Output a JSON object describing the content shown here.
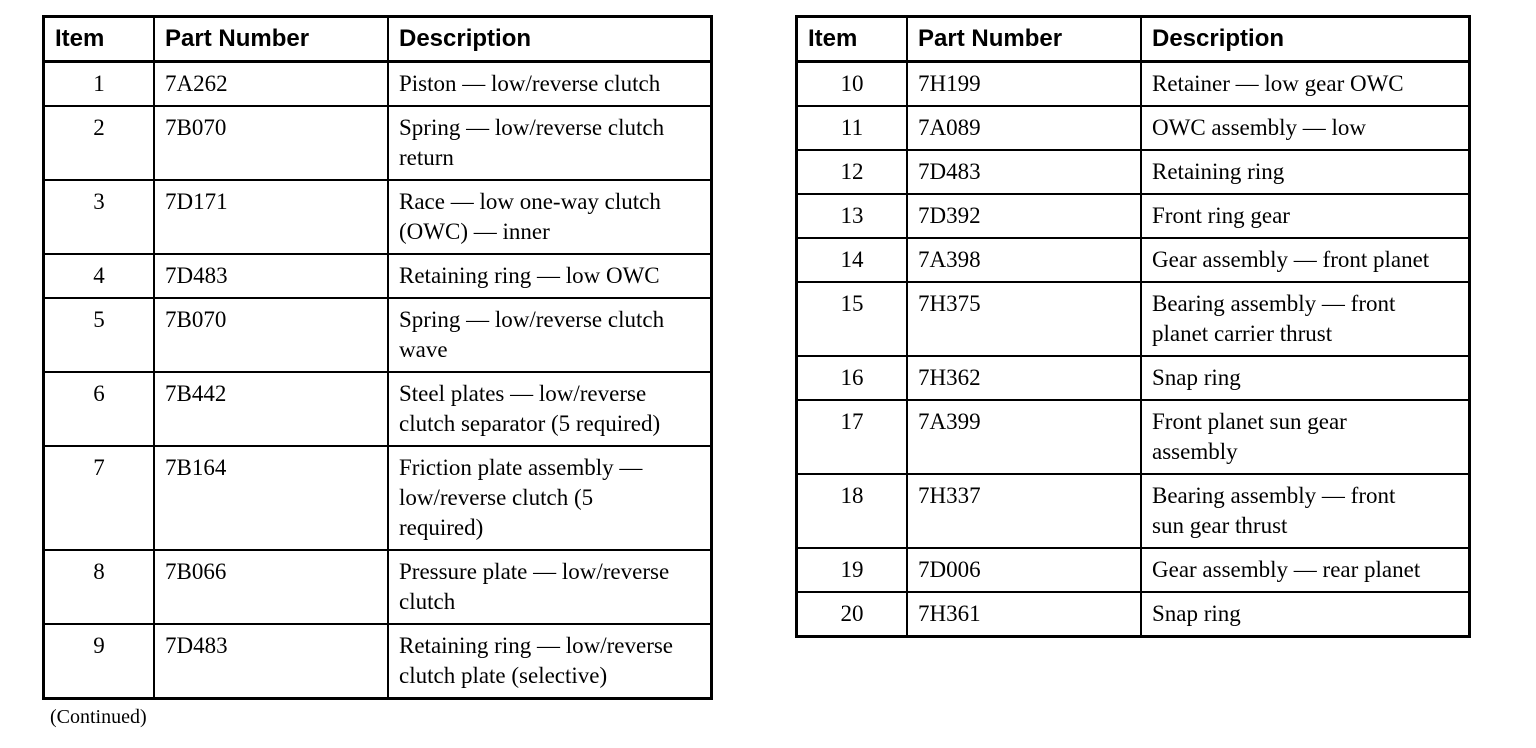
{
  "page": {
    "background": "#ffffff",
    "continued_note": "(Continued)"
  },
  "colors": {
    "text": "#000000",
    "border": "#000000",
    "background": "#ffffff"
  },
  "tables": [
    {
      "name": "parts-table-items-1-9",
      "headers": [
        "Item",
        "Part Number",
        "Description"
      ],
      "rows": [
        {
          "item": "1",
          "part_number": "7A262",
          "description": "Piston — low/reverse clutch"
        },
        {
          "item": "2",
          "part_number": "7B070",
          "description": "Spring — low/reverse clutch\nreturn"
        },
        {
          "item": "3",
          "part_number": "7D171",
          "description": "Race — low one-way clutch\n(OWC) — inner"
        },
        {
          "item": "4",
          "part_number": "7D483",
          "description": "Retaining ring — low OWC"
        },
        {
          "item": "5",
          "part_number": "7B070",
          "description": "Spring — low/reverse clutch\nwave"
        },
        {
          "item": "6",
          "part_number": "7B442",
          "description": "Steel plates — low/reverse\nclutch separator (5 required)"
        },
        {
          "item": "7",
          "part_number": "7B164",
          "description": "Friction plate assembly —\nlow/reverse clutch (5\nrequired)"
        },
        {
          "item": "8",
          "part_number": "7B066",
          "description": "Pressure plate — low/reverse\nclutch"
        },
        {
          "item": "9",
          "part_number": "7D483",
          "description": "Retaining ring — low/reverse\nclutch plate (selective)"
        }
      ]
    },
    {
      "name": "parts-table-items-10-20",
      "headers": [
        "Item",
        "Part Number",
        "Description"
      ],
      "rows": [
        {
          "item": "10",
          "part_number": "7H199",
          "description": "Retainer — low gear OWC"
        },
        {
          "item": "11",
          "part_number": "7A089",
          "description": "OWC assembly — low"
        },
        {
          "item": "12",
          "part_number": "7D483",
          "description": "Retaining ring"
        },
        {
          "item": "13",
          "part_number": "7D392",
          "description": "Front ring gear"
        },
        {
          "item": "14",
          "part_number": "7A398",
          "description": "Gear assembly — front planet"
        },
        {
          "item": "15",
          "part_number": "7H375",
          "description": "Bearing assembly — front\nplanet carrier thrust"
        },
        {
          "item": "16",
          "part_number": "7H362",
          "description": "Snap ring"
        },
        {
          "item": "17",
          "part_number": "7A399",
          "description": "Front planet sun gear\nassembly"
        },
        {
          "item": "18",
          "part_number": "7H337",
          "description": "Bearing assembly — front\nsun gear thrust"
        },
        {
          "item": "19",
          "part_number": "7D006",
          "description": "Gear assembly — rear planet"
        },
        {
          "item": "20",
          "part_number": "7H361",
          "description": "Snap ring"
        }
      ]
    }
  ]
}
